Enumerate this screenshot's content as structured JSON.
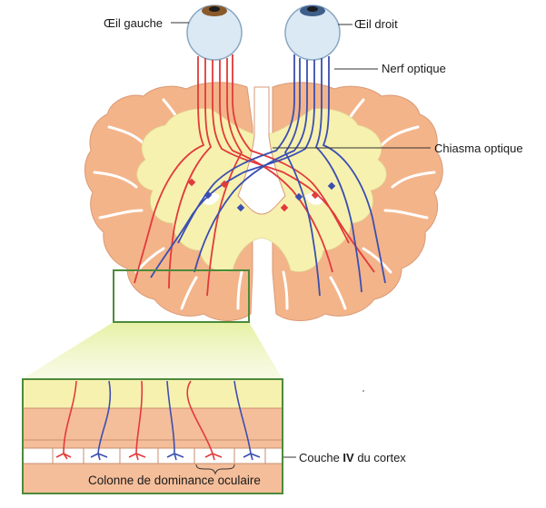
{
  "labels": {
    "left_eye": "Œil gauche",
    "right_eye": "Œil droit",
    "optic_nerve": "Nerf optique",
    "optic_chiasm": "Chiasma optique",
    "layer_prefix": "Couche ",
    "layer_number": "IV",
    "layer_suffix": " du cortex",
    "dominance_column": "Colonne de dominance oculaire"
  },
  "colors": {
    "left_eye_pathway": "#e23a3a",
    "right_eye_pathway": "#3b4fb0",
    "cortex": "#f3b48a",
    "white_matter": "#f7f1b0",
    "zoom_frame": "#4d8a3a"
  }
}
